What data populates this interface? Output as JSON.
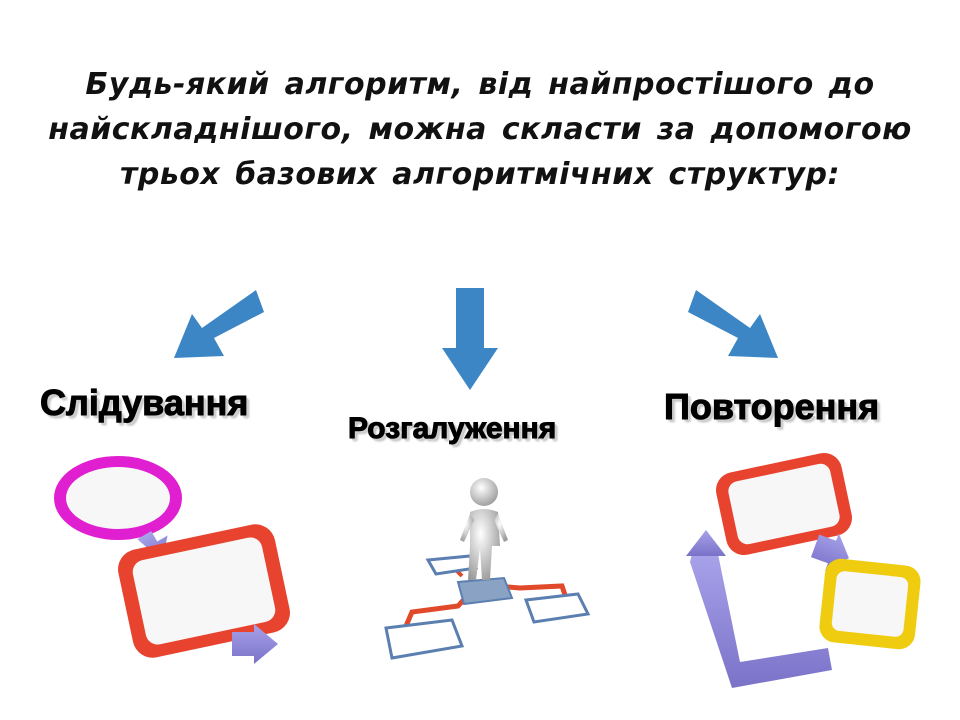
{
  "intro_text": "Будь-який алгоритм, від найпростішого до найскладнішого, можна скласти за допомогою трьох базових алгоритмічних структур:",
  "structures": [
    {
      "label": "Слідування"
    },
    {
      "label": "Розгалуження"
    },
    {
      "label": "Повторення"
    }
  ],
  "colors": {
    "arrow": "#3d86c6",
    "magenta_oval": "#e020d0",
    "red_box": "#e8432e",
    "yellow_box": "#f0cc10",
    "purple_arrow": "#8f87d8"
  }
}
